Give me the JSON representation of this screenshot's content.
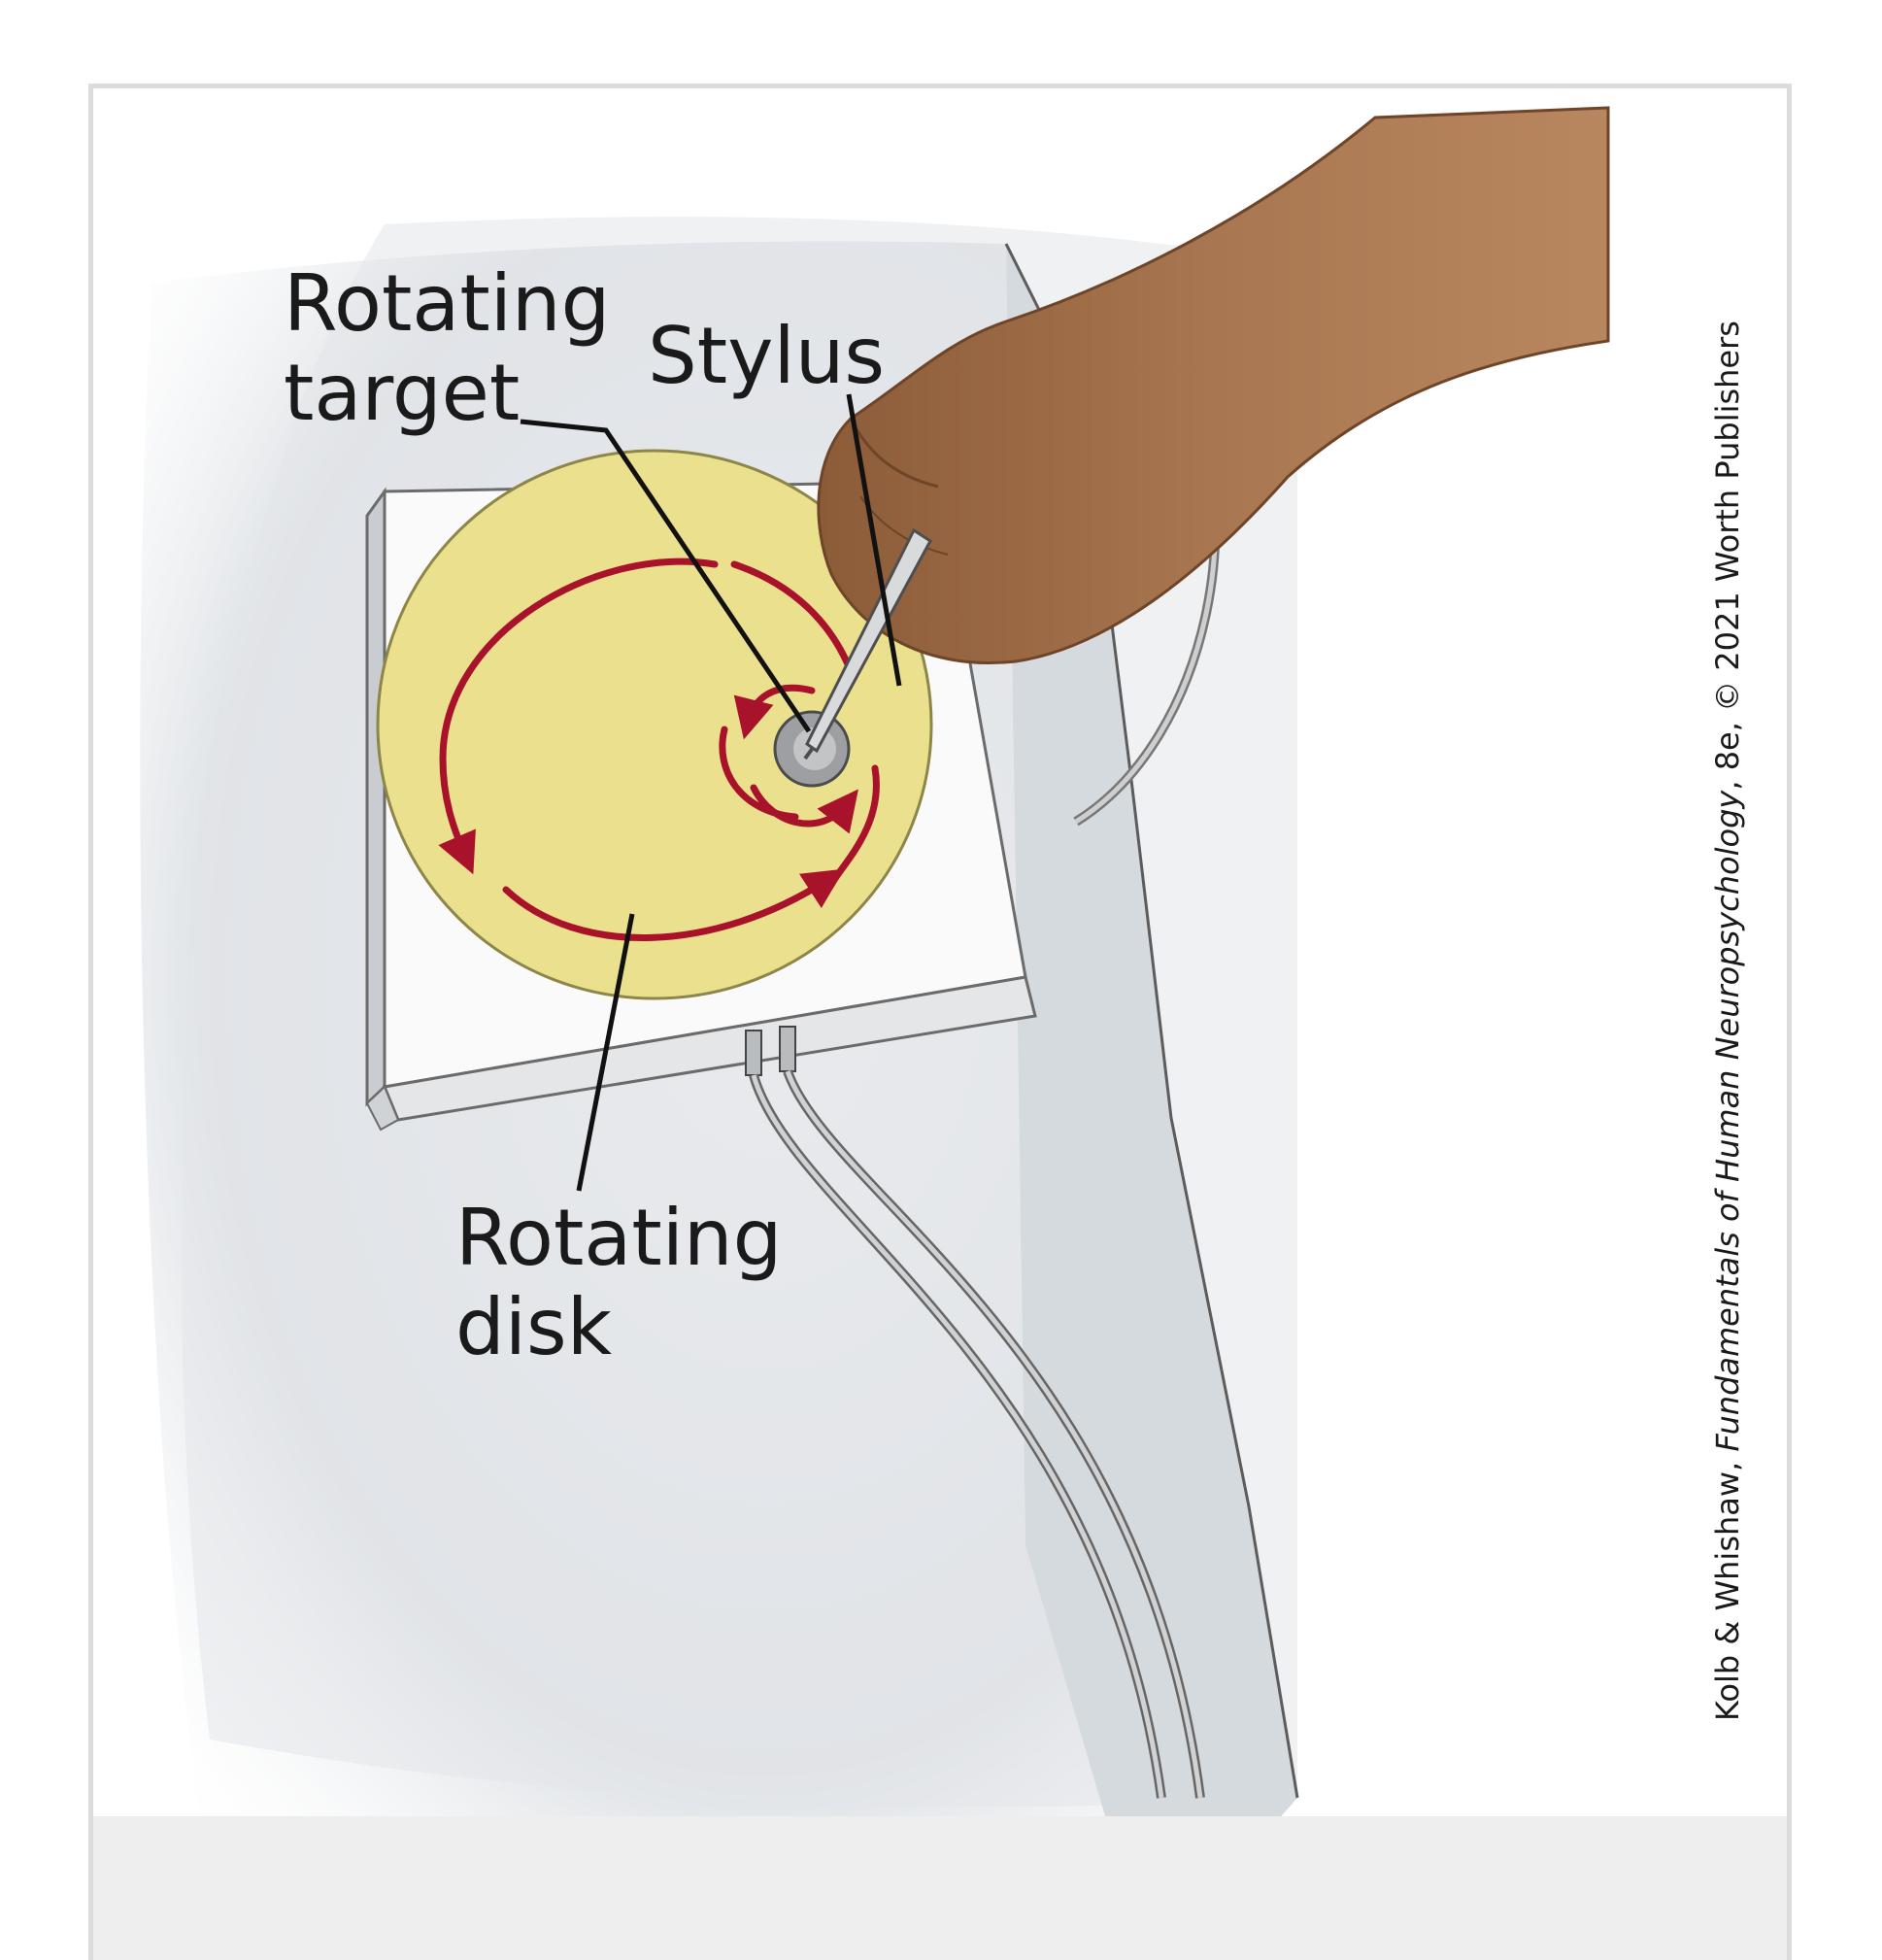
{
  "labels": {
    "rotating_target": [
      "Rotating",
      "target"
    ],
    "stylus": "Stylus",
    "rotating_disk": [
      "Rotating",
      "disk"
    ]
  },
  "credit": {
    "authors": "Kolb & Whishaw, ",
    "book": "Fundamentals of Human Neuropsychology",
    "edition": ", 8e, © 2021 Worth Publishers"
  },
  "colors": {
    "disk": "#ebe08e",
    "arrow": "#a8122a",
    "wall": "#e6e9ec",
    "skin": "#a06e48",
    "frame": "#dcdcdc",
    "band": "#eeeeee"
  }
}
